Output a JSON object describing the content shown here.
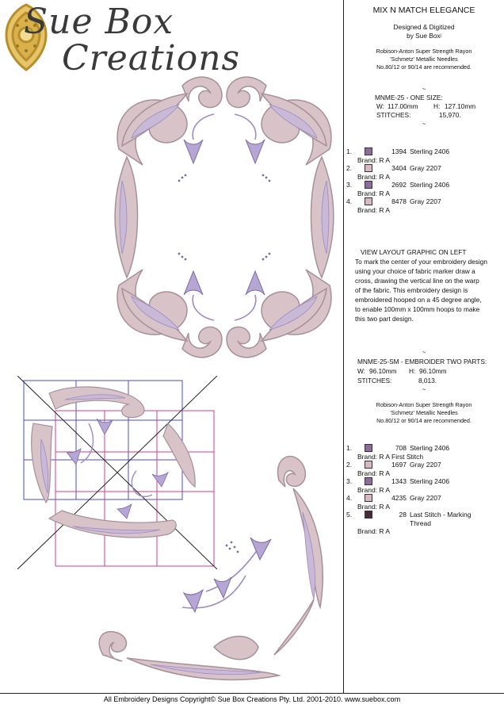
{
  "brand": {
    "name_line1": "Sue Box",
    "name_line2": "Creations"
  },
  "design": {
    "title": "MIX N MATCH ELEGANCE",
    "credit_line1": "Designed & Digitized",
    "credit_line2": "by Sue Boxʲ",
    "thread_note_line1": "Robison-Anton Super Strength Rayon",
    "thread_note_line2": "'Schmetz' Metallic Needles",
    "thread_note_line3": "No.80/12 or 90/14 are recommended."
  },
  "size1": {
    "tilde_top": "~",
    "heading": "MNME-25 - ONE SIZE:",
    "w_label": "W:",
    "w_value": "117.00mm",
    "h_label": "H:",
    "h_value": "127.10mm",
    "stitches_label": "STITCHES:",
    "stitches_value": "15,970.",
    "tilde_bottom": "~",
    "threads": [
      {
        "num": "1.",
        "color": "#8c6c9a",
        "code": "1394",
        "name": "Sterling 2406",
        "brand": "Brand: R A"
      },
      {
        "num": "2.",
        "color": "#d9b8c6",
        "code": "3404",
        "name": "Gray 2207",
        "brand": "Brand: R A"
      },
      {
        "num": "3.",
        "color": "#8c6c9a",
        "code": "2692",
        "name": "Sterling 2406",
        "brand": "Brand: R A"
      },
      {
        "num": "4.",
        "color": "#d9b8c6",
        "code": "8478",
        "name": "Gray 2207",
        "brand": "Brand: R A"
      }
    ]
  },
  "layout_note": {
    "heading": "VIEW LAYOUT GRAPHIC ON LEFT",
    "line1": "To mark the center of your embroidery design",
    "line2": "using your choice of fabric marker draw a",
    "line3": "cross, drawing the vertical line on the warp",
    "line4": "of the fabric. This embroidery design is",
    "line5": "embroidered hooped on a 45 degree angle,",
    "line6": "to enable 100mm x 100mm hoops to make",
    "line7": "this two part design."
  },
  "size2": {
    "tilde_top": "~",
    "heading": "MNME-25-SM - EMBROIDER TWO PARTS:",
    "w_label": "W:",
    "w_value": "96.10mm",
    "h_label": "H:",
    "h_value": "96.10mm",
    "stitches_label": "STITCHES:",
    "stitches_value": "8,013.",
    "tilde_bottom": "~",
    "thread_note_line1": "Robison-Anton Super Strength Rayon",
    "thread_note_line2": "'Schmetz' Metallic Needles",
    "thread_note_line3": "No.80/12 or 90/14 are recommended.",
    "threads": [
      {
        "num": "1.",
        "color": "#8c6c9a",
        "code": "708",
        "name": "Sterling 2406",
        "brand": "Brand: R A First Stitch"
      },
      {
        "num": "2.",
        "color": "#d9b8c6",
        "code": "1697",
        "name": "Gray 2207",
        "brand": "Brand: R A"
      },
      {
        "num": "3.",
        "color": "#8c6c9a",
        "code": "1343",
        "name": "Sterling 2406",
        "brand": "Brand: R A"
      },
      {
        "num": "4.",
        "color": "#d9b8c6",
        "code": "4235",
        "name": "Gray 2207",
        "brand": "Brand: R A"
      },
      {
        "num": "5.",
        "color": "#4a2a3a",
        "code": "28",
        "name": "Last Stitch - Marking",
        "name2": "Thread",
        "brand": "Brand: R A"
      }
    ]
  },
  "footer": {
    "text": "All Embroidery Designs Copyright© Sue Box Creations Pty. Ltd. 2001-2010. www.suebox.com"
  },
  "colors": {
    "satin": "#d7c3c8",
    "satin_edge": "#a8909a",
    "accent_violet": "#9d8bc2",
    "fill_lace": "#c9b8d6",
    "layout_blue": "#4a4ad0",
    "layout_pink": "#d63c8e",
    "gold": "#c9a23a"
  },
  "graphics": {
    "logo_ornament": "gold-lace-ornament-icon",
    "frame": "embroidered-frame",
    "layout": "hoop-layout-diagram",
    "corner": "embroidered-corner"
  }
}
